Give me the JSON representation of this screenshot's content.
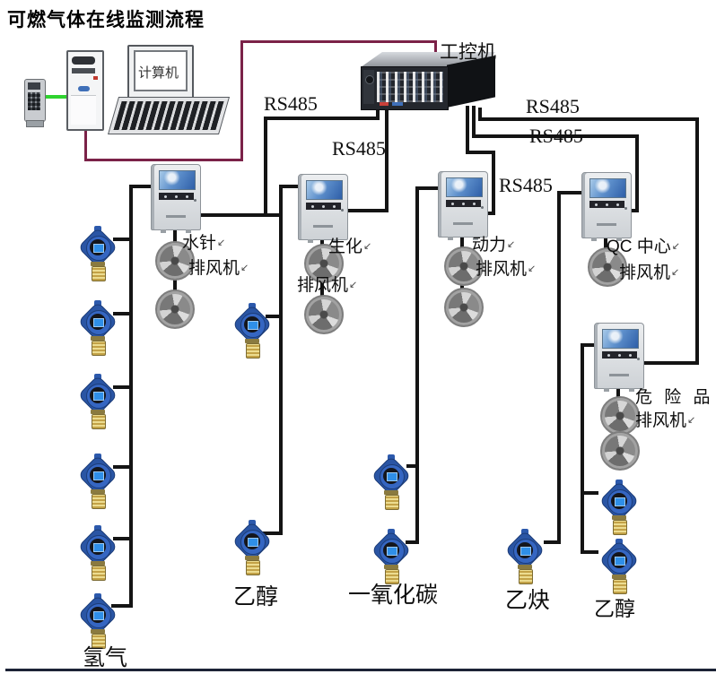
{
  "title": "可燃气体在线监测流程",
  "computer": {
    "monitor_label": "计算机"
  },
  "plc_label": "工控机",
  "rs485": {
    "r1": "RS485",
    "r2": "RS485",
    "r3": "RS485",
    "r4": "RS485",
    "r5": "RS485"
  },
  "return_mark": "↙",
  "zones": {
    "z1": {
      "name": "水针",
      "fan": "排风机"
    },
    "z2": {
      "name": "生化",
      "fan": "排风机"
    },
    "z3": {
      "name": "动力",
      "fan": "排风机"
    },
    "z4": {
      "name": "QC 中心",
      "fan": "排风机"
    },
    "z5": {
      "name": "危 险 品",
      "fan": "排风机"
    }
  },
  "gases": {
    "col1": "氢气",
    "col2": "乙醇",
    "col3": "一氧化碳",
    "col4": "乙炔",
    "col5": "乙醇"
  },
  "colors": {
    "wire_black": "#141414",
    "pc_link_maroon": "#7b2248",
    "usb_link_green": "#2fd32f",
    "detector_blue": "#2a55a4",
    "sensor_brass": "#d4b85a",
    "bottom_border": "#1c2336"
  }
}
